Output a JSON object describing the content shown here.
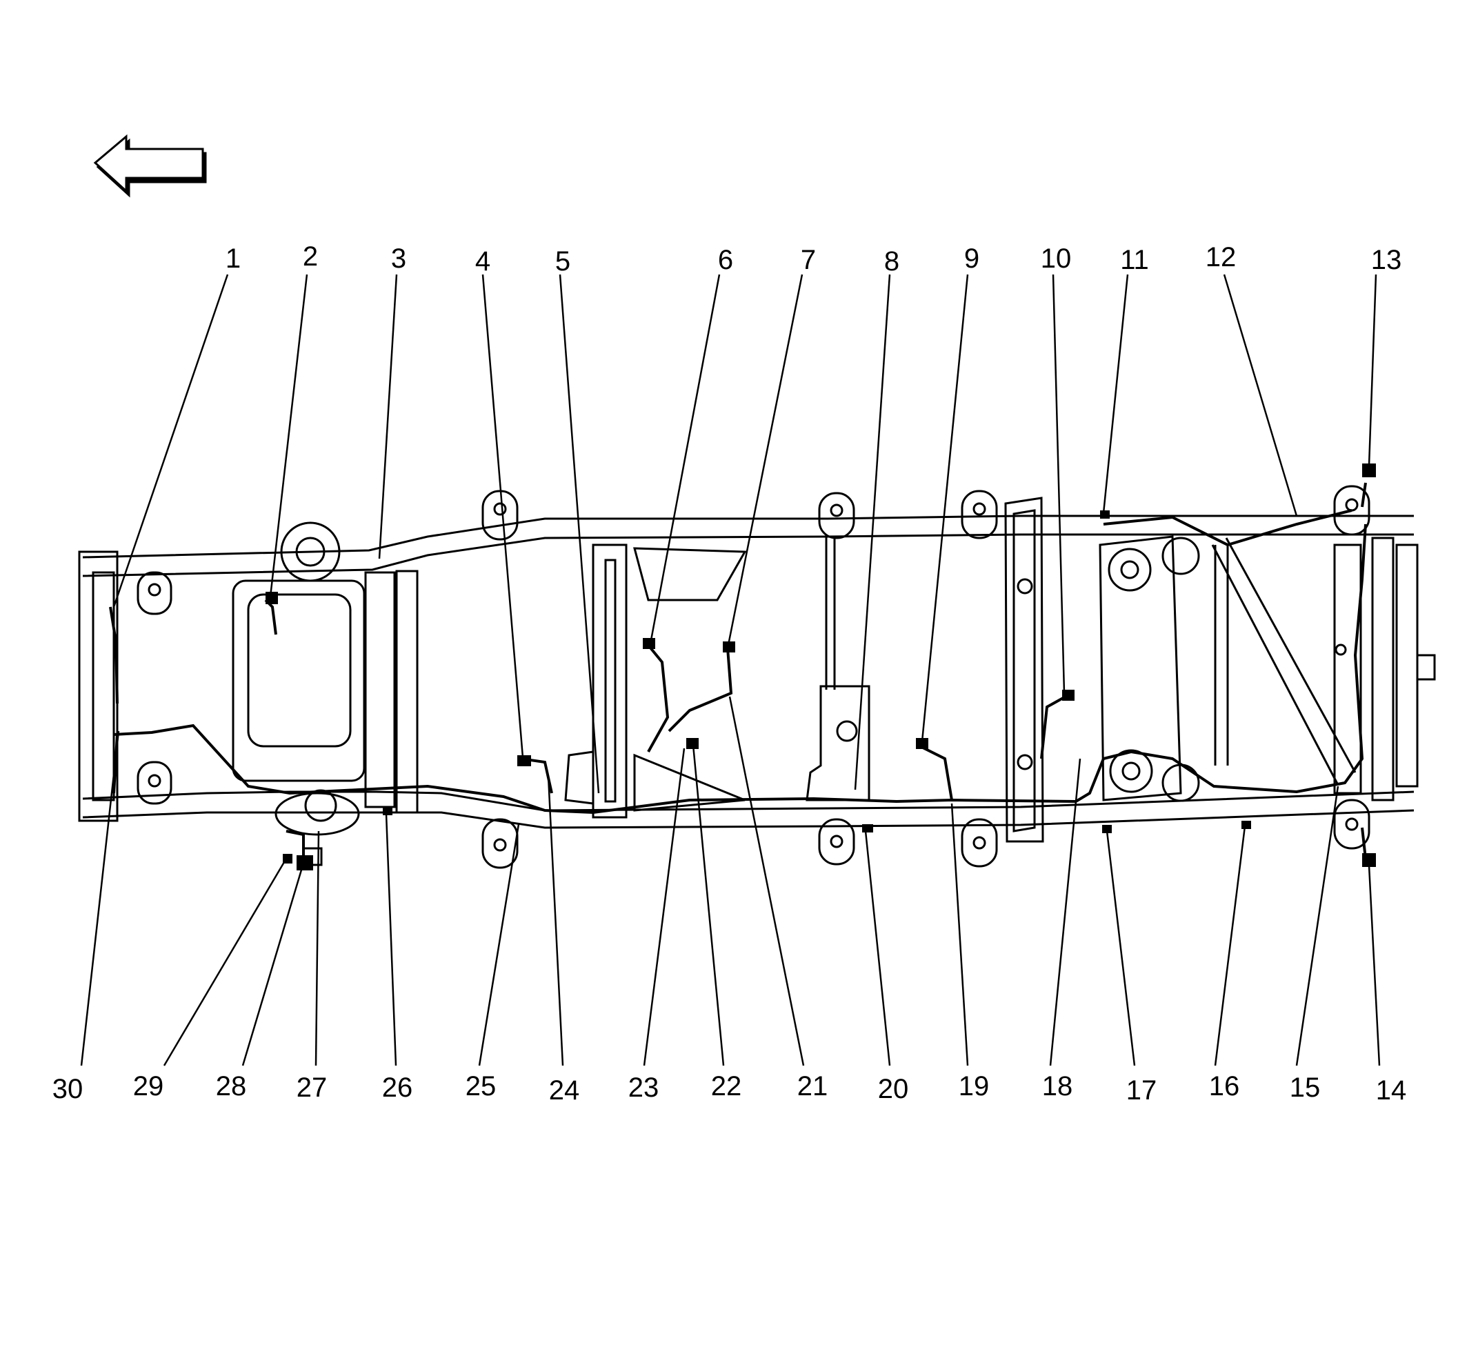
{
  "diagram": {
    "callouts_top": [
      "1",
      "2",
      "3",
      "4",
      "5",
      "6",
      "7",
      "8",
      "9",
      "10",
      "11",
      "12",
      "13"
    ],
    "callouts_bottom": [
      "30",
      "29",
      "28",
      "27",
      "26",
      "25",
      "24",
      "23",
      "22",
      "21",
      "20",
      "19",
      "18",
      "17",
      "16",
      "15",
      "14"
    ],
    "direction_icon": "left-arrow-icon"
  },
  "colors": {
    "line": "#000000",
    "background": "#ffffff"
  }
}
